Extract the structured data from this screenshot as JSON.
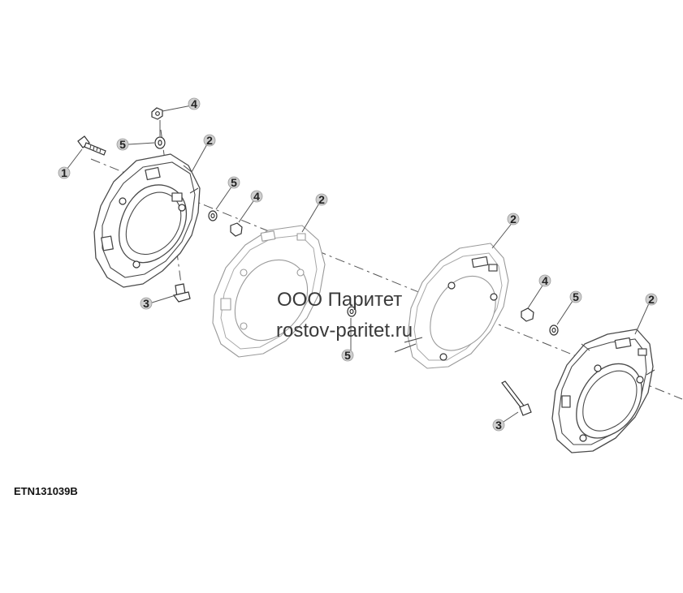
{
  "diagram": {
    "figure_code": "ETN131039B",
    "watermark": {
      "line1": "ООО Паритет",
      "line2": "rostov-paritet.ru"
    },
    "callouts": [
      "1",
      "2",
      "2",
      "2",
      "2",
      "3",
      "3",
      "4",
      "4",
      "4",
      "5",
      "5",
      "5",
      "5"
    ],
    "colors": {
      "line": "#4a4a4a",
      "faint_line": "#9a9a9a",
      "callout_circle": "#c8c8c8",
      "text": "#222222"
    }
  }
}
